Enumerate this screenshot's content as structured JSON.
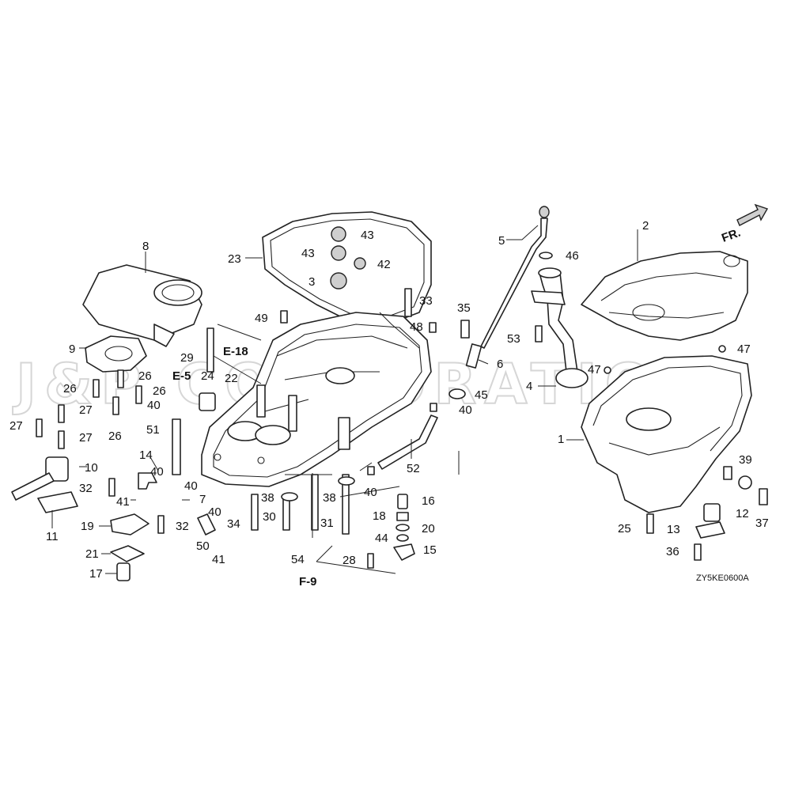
{
  "watermark": "J&P CORPORATION",
  "front_marker": "FR.",
  "diagram_code": "ZY5KE0600A",
  "references": [
    "E-18",
    "E-5",
    "F-9"
  ],
  "part_numbers": [
    "1",
    "2",
    "3",
    "4",
    "5",
    "6",
    "7",
    "8",
    "9",
    "10",
    "11",
    "12",
    "13",
    "15",
    "16",
    "17",
    "18",
    "19",
    "20",
    "21",
    "22",
    "23",
    "24",
    "25",
    "26",
    "27",
    "28",
    "29",
    "30",
    "31",
    "32",
    "33",
    "34",
    "35",
    "36",
    "37",
    "38",
    "39",
    "40",
    "41",
    "42",
    "43",
    "44",
    "45",
    "46",
    "47",
    "48",
    "49",
    "50",
    "51",
    "52",
    "53",
    "54"
  ]
}
